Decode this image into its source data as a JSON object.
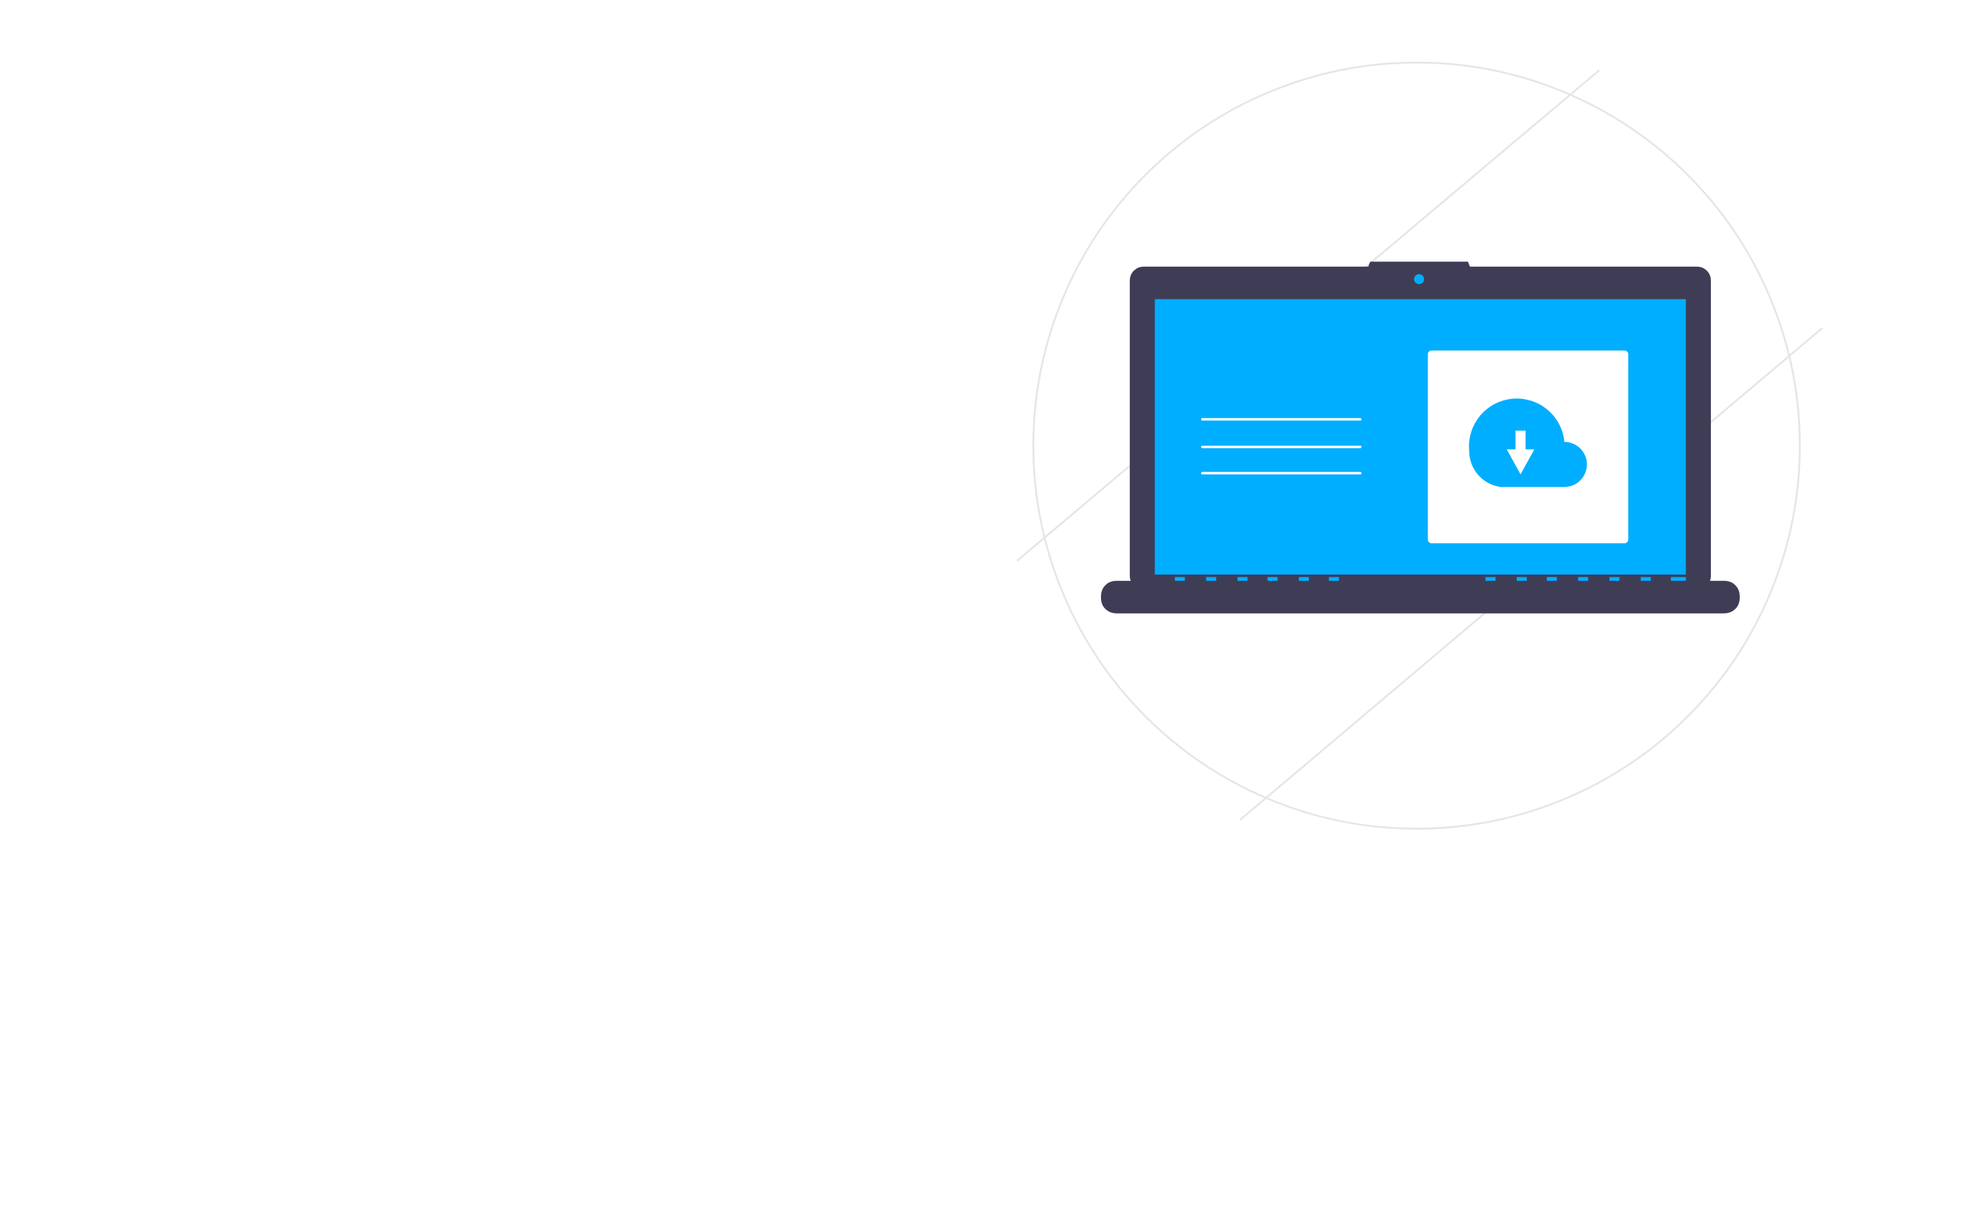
{
  "illustration": {
    "subject": "laptop-cloud-download",
    "colors": {
      "background": "#ffffff",
      "laptop_body": "#3f3d56",
      "screen": "#00aeff",
      "card": "#ffffff",
      "cloud": "#00aeff",
      "arrow": "#ffffff",
      "text_lines": "#ffffff",
      "decor_lines": "#e6e6e6",
      "camera": "#00aeff"
    },
    "icons": {
      "cloud": "cloud-download-icon",
      "camera": "camera-icon"
    },
    "text_line_count": 3,
    "keyboard_key_count_left": 6,
    "keyboard_key_count_right": 6
  }
}
